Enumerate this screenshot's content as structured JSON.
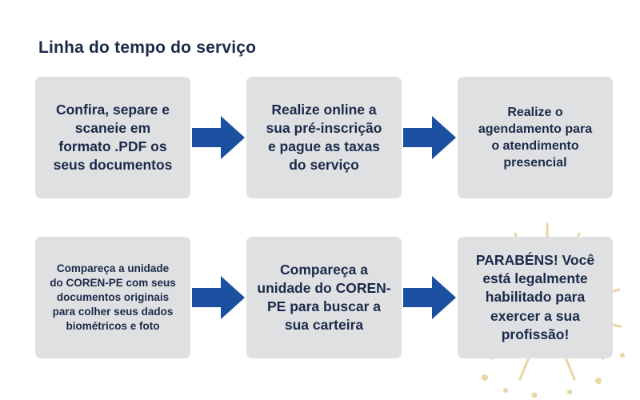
{
  "title": "Linha do tempo do serviço",
  "colors": {
    "box_fill": "#dfe0e2",
    "text": "#1b2a4a",
    "arrow": "#1b4fa0",
    "starburst": "#ead9ae",
    "background": "#ffffff"
  },
  "diagram": {
    "type": "flowchart",
    "rows": [
      {
        "steps": [
          {
            "text": "Confira, separe e\nscaneie em\nformato .PDF os\nseus documentos",
            "size": "md"
          },
          {
            "text": "Realize online a\nsua pré-inscrição\ne pague as taxas\ndo serviço",
            "size": "md"
          },
          {
            "text": "Realize o\nagendamento para\no atendimento\npresencial",
            "size": "sm2"
          }
        ],
        "arrows": [
          "arrow-right-icon",
          "arrow-right-icon"
        ]
      },
      {
        "steps": [
          {
            "text": "Compareça a unidade\ndo COREN-PE com seus\ndocumentos originais\npara colher seus dados\nbiométricos e foto",
            "size": "sm"
          },
          {
            "text": "Compareça a\nunidade do COREN-\nPE para buscar a\nsua carteira",
            "size": "md"
          },
          {
            "text": "PARABÉNS! Você\nestá legalmente\nhabilitado para\nexercer a sua\nprofissão!",
            "size": "md"
          }
        ],
        "arrows": [
          "arrow-right-icon",
          "arrow-right-icon"
        ]
      }
    ]
  }
}
